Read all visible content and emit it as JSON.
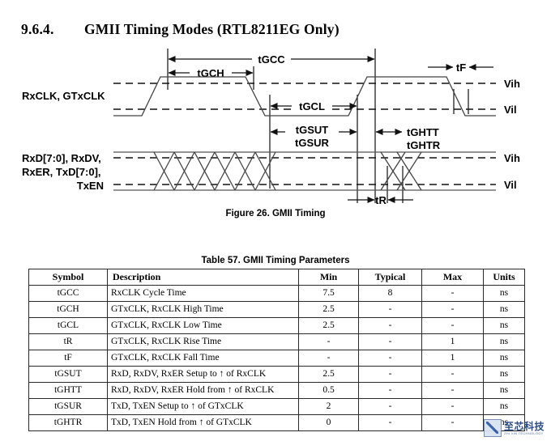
{
  "heading": {
    "number": "9.6.4.",
    "title": "GMII Timing Modes (RTL8211EG Only)"
  },
  "figure": {
    "caption": "Figure 26. GMII Timing",
    "signal_labels": {
      "clock_line1": "RxCLK, GTxCLK",
      "data_line1": "RxD[7:0], RxDV,",
      "data_line2": "RxER, TxD[7:0],",
      "data_line3": "TxEN"
    },
    "level_labels": {
      "clock_vih": "Vih",
      "clock_vil": "Vil",
      "data_vih": "Vih",
      "data_vil": "Vil"
    },
    "timing_markers": {
      "tgcc": "tGCC",
      "tgch": "tGCH",
      "tgcl": "tGCL",
      "tf": "tF",
      "tr": "tR",
      "tgsut": "tGSUT",
      "tgsur": "tGSUR",
      "tghtt": "tGHTT",
      "tghtr": "tGHTR"
    }
  },
  "table": {
    "caption": "Table 57. GMII Timing Parameters",
    "columns": [
      "Symbol",
      "Description",
      "Min",
      "Typical",
      "Max",
      "Units"
    ],
    "rows": [
      {
        "symbol": "tGCC",
        "description": "RxCLK Cycle Time",
        "min": "7.5",
        "typical": "8",
        "max": "-",
        "units": "ns"
      },
      {
        "symbol": "tGCH",
        "description": "GTxCLK, RxCLK High Time",
        "min": "2.5",
        "typical": "-",
        "max": "-",
        "units": "ns"
      },
      {
        "symbol": "tGCL",
        "description": "GTxCLK, RxCLK Low Time",
        "min": "2.5",
        "typical": "-",
        "max": "-",
        "units": "ns"
      },
      {
        "symbol": "tR",
        "description": "GTxCLK, RxCLK Rise Time",
        "min": "-",
        "typical": "-",
        "max": "1",
        "units": "ns"
      },
      {
        "symbol": "tF",
        "description": "GTxCLK, RxCLK Fall Time",
        "min": "-",
        "typical": "-",
        "max": "1",
        "units": "ns"
      },
      {
        "symbol": "tGSUT",
        "description": "RxD, RxDV, RxER Setup to ↑ of RxCLK",
        "min": "2.5",
        "typical": "-",
        "max": "-",
        "units": "ns"
      },
      {
        "symbol": "tGHTT",
        "description": "RxD, RxDV, RxER Hold from ↑ of RxCLK",
        "min": "0.5",
        "typical": "-",
        "max": "-",
        "units": "ns"
      },
      {
        "symbol": "tGSUR",
        "description": "TxD, TxEN Setup to ↑ of GTxCLK",
        "min": "2",
        "typical": "-",
        "max": "-",
        "units": "ns"
      },
      {
        "symbol": "tGHTR",
        "description": "TxD, TxEN Hold from ↑ of GTxCLK",
        "min": "0",
        "typical": "-",
        "max": "-",
        "units": "ns"
      }
    ]
  },
  "watermark": {
    "name_cn": "至芯科技",
    "name_en": "ZHI XIN TECHNOLOGY"
  }
}
